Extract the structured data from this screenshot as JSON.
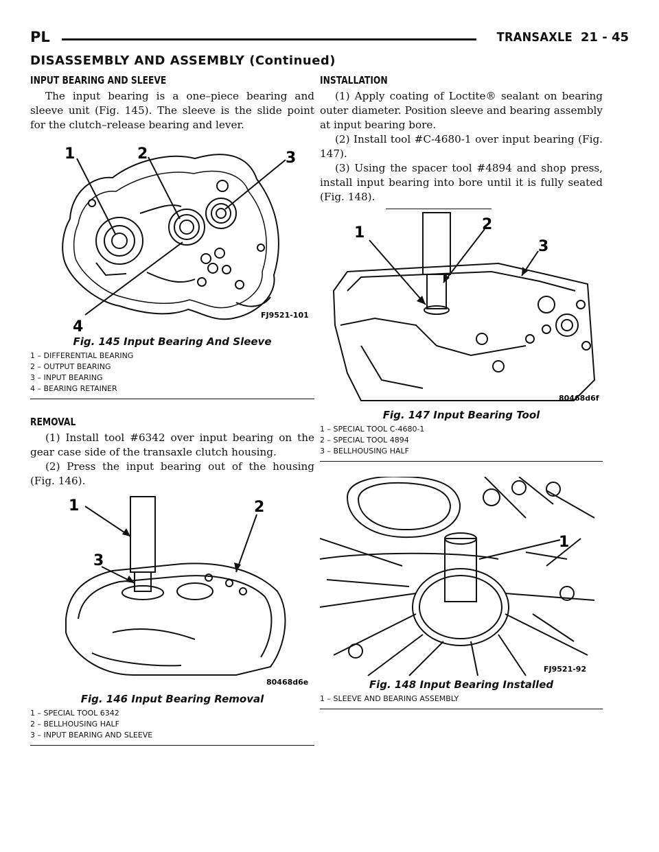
{
  "header": {
    "section_code": "PL",
    "section_title": "TRANSAXLE",
    "page_number": "21 - 45"
  },
  "continued_title": "DISASSEMBLY AND ASSEMBLY (Continued)",
  "left": {
    "heading": "INPUT BEARING AND SLEEVE",
    "intro": "The input bearing is a one–piece bearing and sleeve unit (Fig. 145). The sleeve is the slide point for the clutch–release bearing and lever.",
    "fig145": {
      "id": "FJ9521-101",
      "caption": "Fig. 145 Input Bearing And Sleeve",
      "callouts": [
        "1",
        "2",
        "3",
        "4"
      ],
      "legend": [
        "1 – DIFFERENTIAL BEARING",
        "2 – OUTPUT BEARING",
        "3 – INPUT BEARING",
        "4 – BEARING RETAINER"
      ]
    },
    "removal_heading": "REMOVAL",
    "removal_steps": [
      "(1) Install tool #6342 over input bearing on the gear case side of the transaxle clutch housing.",
      "(2) Press the input bearing out of the housing (Fig. 146)."
    ],
    "fig146": {
      "id": "80468d6e",
      "caption": "Fig. 146 Input Bearing Removal",
      "callouts": [
        "1",
        "2",
        "3"
      ],
      "legend": [
        "1 – SPECIAL TOOL 6342",
        "2 – BELLHOUSING HALF",
        "3 – INPUT BEARING AND SLEEVE"
      ]
    }
  },
  "right": {
    "install_heading": "INSTALLATION",
    "install_steps": [
      "(1) Apply coating of Loctite® sealant on bearing outer diameter. Position sleeve and bearing assembly at input bearing bore.",
      "(2) Install tool #C-4680-1 over input bearing (Fig. 147).",
      "(3) Using the spacer tool #4894 and shop press, install input bearing into bore until it is fully seated (Fig. 148)."
    ],
    "fig147": {
      "id": "80468d6f",
      "caption": "Fig. 147 Input Bearing Tool",
      "callouts": [
        "1",
        "2",
        "3"
      ],
      "legend": [
        "1 – SPECIAL TOOL C-4680-1",
        "2 – SPECIAL TOOL 4894",
        "3 – BELLHOUSING HALF"
      ]
    },
    "fig148": {
      "id": "FJ9521-92",
      "caption": "Fig. 148 Input Bearing Installed",
      "callouts": [
        "1"
      ],
      "legend": [
        "1 – SLEEVE AND BEARING ASSEMBLY"
      ]
    }
  }
}
